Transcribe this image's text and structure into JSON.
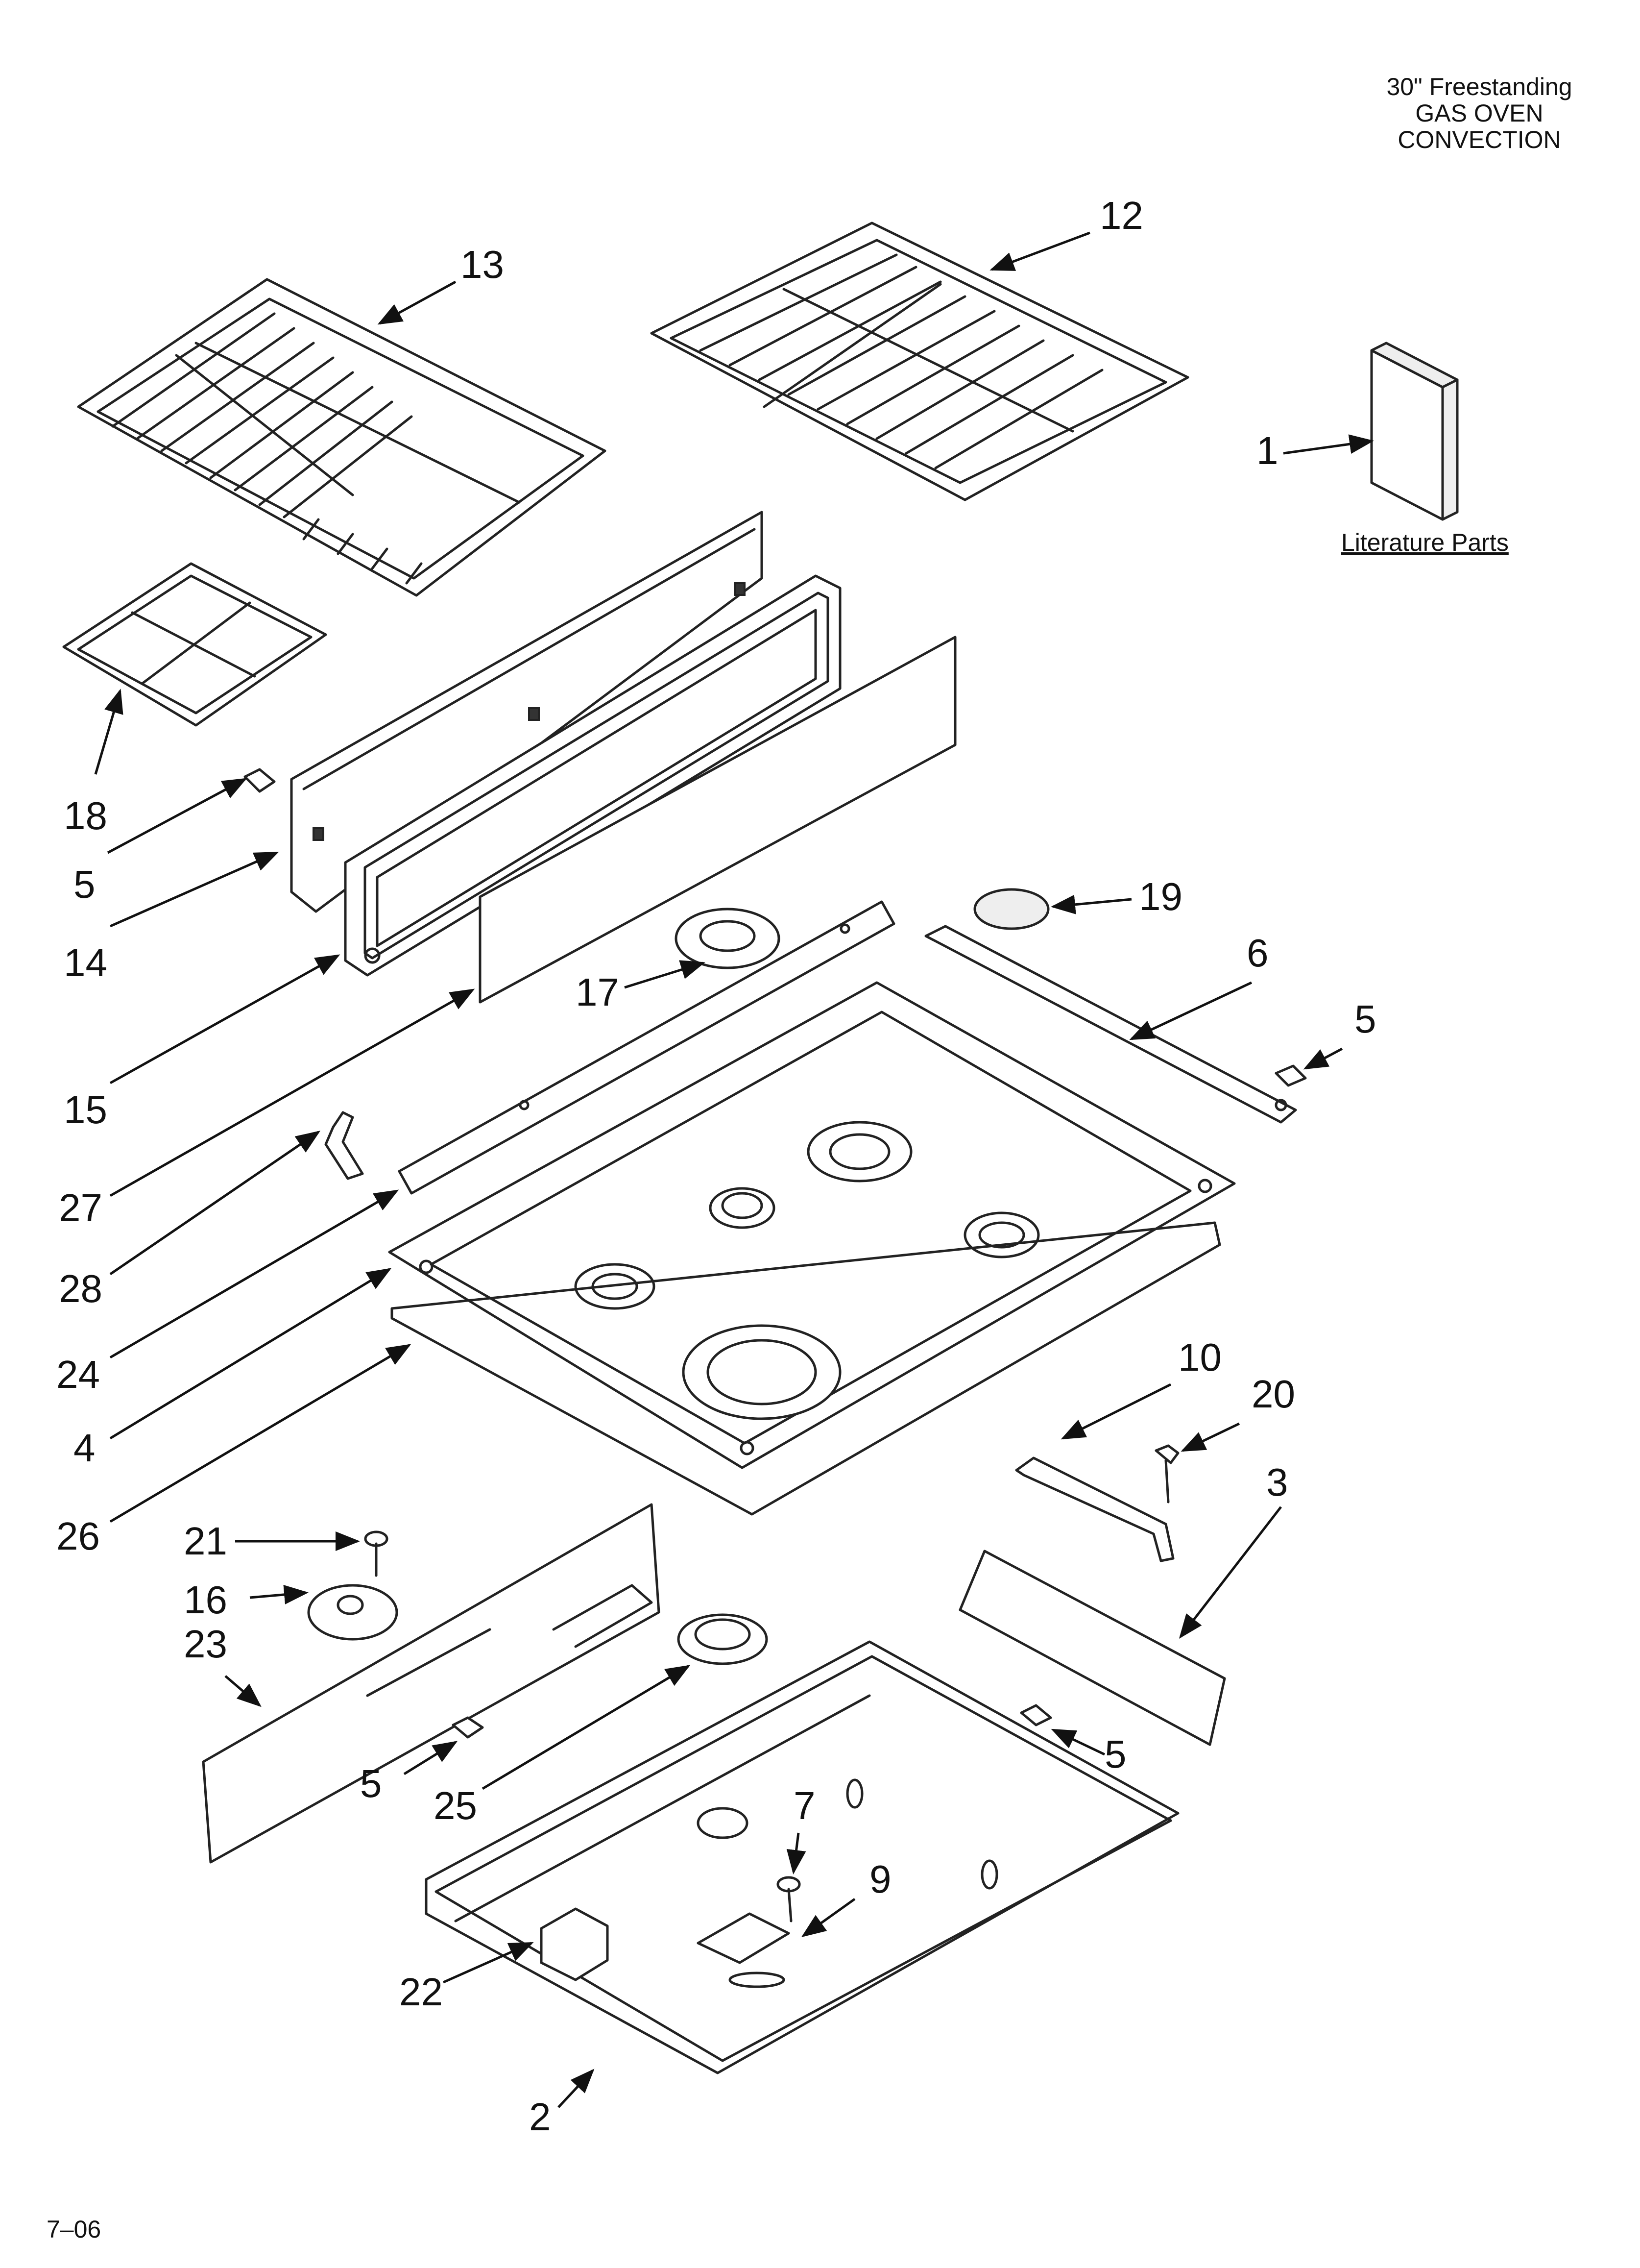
{
  "header": {
    "line1": "30\" Freestanding",
    "line2": "GAS OVEN",
    "line3": "CONVECTION"
  },
  "literature_label": "Literature Parts",
  "revision": "7–06",
  "callouts": [
    {
      "id": "c1",
      "label": "1"
    },
    {
      "id": "c12",
      "label": "12"
    },
    {
      "id": "c13",
      "label": "13"
    },
    {
      "id": "c18",
      "label": "18"
    },
    {
      "id": "c5a",
      "label": "5"
    },
    {
      "id": "c14",
      "label": "14"
    },
    {
      "id": "c15",
      "label": "15"
    },
    {
      "id": "c17",
      "label": "17"
    },
    {
      "id": "c19",
      "label": "19"
    },
    {
      "id": "c6",
      "label": "6"
    },
    {
      "id": "c5b",
      "label": "5"
    },
    {
      "id": "c27",
      "label": "27"
    },
    {
      "id": "c28",
      "label": "28"
    },
    {
      "id": "c24",
      "label": "24"
    },
    {
      "id": "c4",
      "label": "4"
    },
    {
      "id": "c26",
      "label": "26"
    },
    {
      "id": "c10",
      "label": "10"
    },
    {
      "id": "c20",
      "label": "20"
    },
    {
      "id": "c3",
      "label": "3"
    },
    {
      "id": "c21",
      "label": "21"
    },
    {
      "id": "c16",
      "label": "16"
    },
    {
      "id": "c23",
      "label": "23"
    },
    {
      "id": "c5c",
      "label": "5"
    },
    {
      "id": "c25",
      "label": "25"
    },
    {
      "id": "c5d",
      "label": "5"
    },
    {
      "id": "c7",
      "label": "7"
    },
    {
      "id": "c9",
      "label": "9"
    },
    {
      "id": "c22",
      "label": "22"
    },
    {
      "id": "c2",
      "label": "2"
    }
  ]
}
